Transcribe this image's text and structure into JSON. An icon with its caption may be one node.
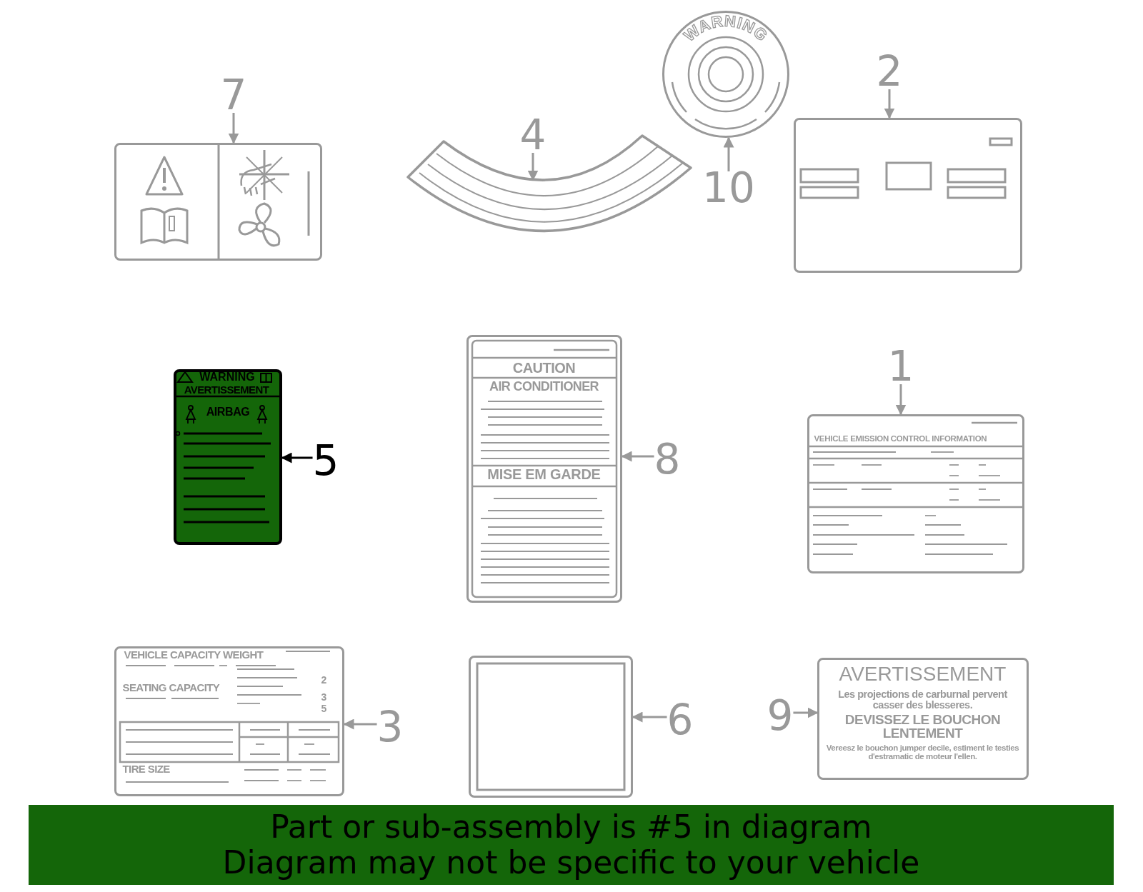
{
  "diagram": {
    "caption": "Part or sub-assembly is #5 in diagram Diagram may not be specific to your vehicle",
    "nodes": [
      {
        "text": [],
        "shape": "box"
      },
      {
        "text": [
          "7"
        ]
      },
      {
        "text": [],
        "shape": "bar"
      },
      {
        "text": [
          "4"
        ]
      },
      {
        "text": [
          "WARNING"
        ]
      },
      {
        "text": [
          "10"
        ]
      },
      {
        "text": [],
        "shape": "box"
      },
      {
        "text": [
          "2"
        ]
      },
      {
        "text": [
          "WARNING",
          "AVERTISSEMENT",
          "AIRBAG"
        ]
      },
      {
        "text": [
          "5"
        ]
      },
      {
        "text": [
          "CAUTION",
          "AIR CONDITIONER",
          "MISE EM GARDE"
        ]
      },
      {
        "text": [
          "8"
        ]
      },
      {
        "text": [
          "VEHICLE EMISSION CONTROL INFORMATION"
        ]
      },
      {
        "text": [
          "1"
        ]
      },
      {
        "text": [
          "VEHICLE CAPACITY WEIGHT",
          "SEATING CAPACITY",
          "2",
          "3",
          "5",
          "TIRE SIZE"
        ]
      },
      {
        "text": [
          "3"
        ]
      },
      {
        "text": [],
        "shape": "box"
      },
      {
        "text": [
          "6"
        ]
      },
      {
        "text": [
          "AVERTISSEMENT",
          "Les projections de carburnal pervent casser des blesseres.",
          "DEVISSEZ LE BOUCHON LENTEMENT",
          "Vereesz le bouchon jumper decile, estiment le testies d'estramatic de moteur l'ellen."
        ]
      },
      {
        "text": [
          "9"
        ]
      }
    ],
    "edges": [
      {
        "from": 1,
        "to": 0,
        "arrow": "to"
      },
      {
        "from": 3,
        "to": 2,
        "arrow": "to"
      },
      {
        "from": 5,
        "to": 4,
        "arrow": "to"
      },
      {
        "from": 7,
        "to": 6,
        "arrow": "to"
      },
      {
        "from": 9,
        "to": 8,
        "arrow": "to",
        "color": "#000000"
      },
      {
        "from": 11,
        "to": 10,
        "arrow": "to"
      },
      {
        "from": 13,
        "to": 12,
        "arrow": "to"
      },
      {
        "from": 15,
        "to": 14,
        "arrow": "to"
      },
      {
        "from": 17,
        "to": 16,
        "arrow": "to"
      },
      {
        "from": 19,
        "to": 18,
        "arrow": "to"
      }
    ]
  }
}
